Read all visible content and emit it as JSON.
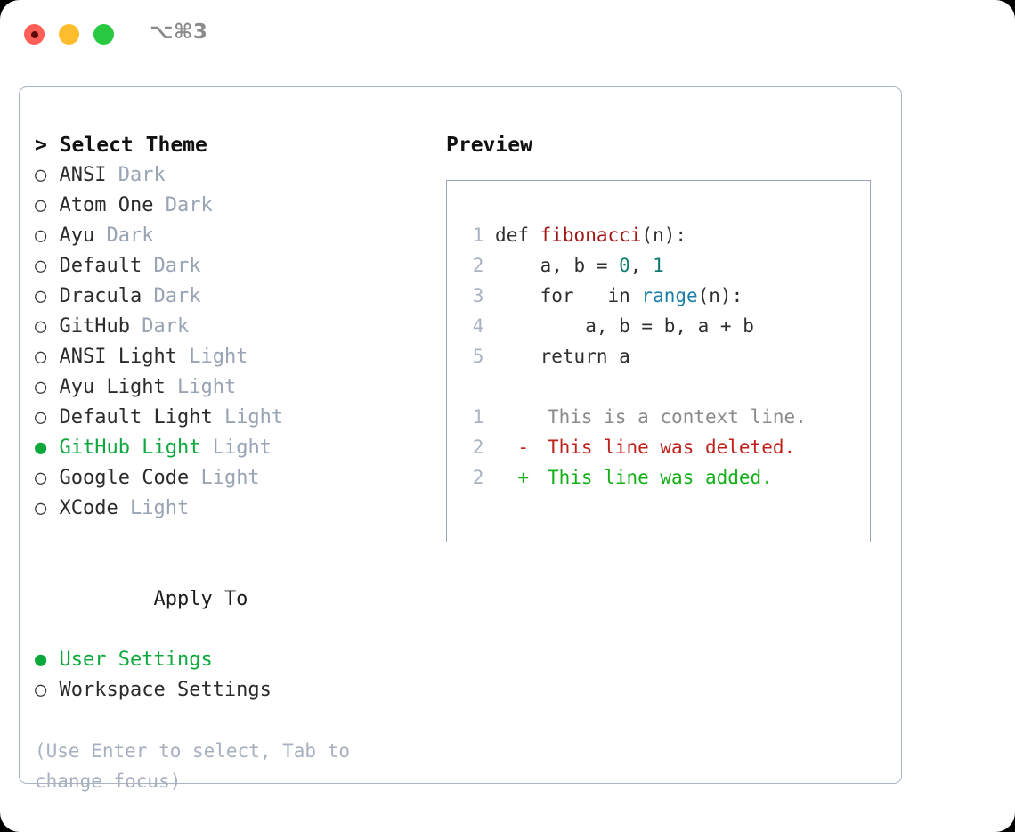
{
  "titlebar": {
    "shortcut": "⌥⌘3",
    "lights": [
      "close",
      "minimize",
      "zoom"
    ]
  },
  "theme_list": {
    "heading": "> Select Theme",
    "marker_unselected": "○",
    "marker_selected": "●",
    "items": [
      {
        "label": "ANSI",
        "tag": "Dark",
        "selected": false
      },
      {
        "label": "Atom One",
        "tag": "Dark",
        "selected": false
      },
      {
        "label": "Ayu",
        "tag": "Dark",
        "selected": false
      },
      {
        "label": "Default",
        "tag": "Dark",
        "selected": false
      },
      {
        "label": "Dracula",
        "tag": "Dark",
        "selected": false
      },
      {
        "label": "GitHub",
        "tag": "Dark",
        "selected": false
      },
      {
        "label": "ANSI Light",
        "tag": "Light",
        "selected": false
      },
      {
        "label": "Ayu Light",
        "tag": "Light",
        "selected": false
      },
      {
        "label": "Default Light",
        "tag": "Light",
        "selected": false
      },
      {
        "label": "GitHub Light",
        "tag": "Light",
        "selected": true
      },
      {
        "label": "Google Code",
        "tag": "Light",
        "selected": false
      },
      {
        "label": "XCode",
        "tag": "Light",
        "selected": false
      }
    ]
  },
  "apply_to": {
    "heading": "Apply To",
    "items": [
      {
        "label": "User Settings",
        "selected": true
      },
      {
        "label": "Workspace Settings",
        "selected": false
      }
    ]
  },
  "hint": "(Use Enter to select, Tab to change focus)",
  "preview": {
    "title": "Preview",
    "code": [
      {
        "num": "1",
        "tokens": [
          {
            "t": "def ",
            "k": "plain"
          },
          {
            "t": "fibonacci",
            "k": "fn"
          },
          {
            "t": "(n):",
            "k": "plain"
          }
        ]
      },
      {
        "num": "2",
        "tokens": [
          {
            "t": "    a, b = ",
            "k": "plain"
          },
          {
            "t": "0",
            "k": "num"
          },
          {
            "t": ", ",
            "k": "plain"
          },
          {
            "t": "1",
            "k": "num"
          }
        ]
      },
      {
        "num": "3",
        "tokens": [
          {
            "t": "    for _ in ",
            "k": "plain"
          },
          {
            "t": "range",
            "k": "builtin"
          },
          {
            "t": "(n):",
            "k": "plain"
          }
        ]
      },
      {
        "num": "4",
        "tokens": [
          {
            "t": "        a, b = b, a + b",
            "k": "plain"
          }
        ]
      },
      {
        "num": "5",
        "tokens": [
          {
            "t": "    return a",
            "k": "plain"
          }
        ]
      }
    ],
    "diff": [
      {
        "num": "1",
        "mark": " ",
        "text": "This is a context line.",
        "kind": "context"
      },
      {
        "num": "2",
        "mark": "-",
        "text": "This line was deleted.",
        "kind": "deleted"
      },
      {
        "num": "2",
        "mark": "+",
        "text": "This line was added.",
        "kind": "added"
      }
    ]
  },
  "colors": {
    "accent_green": "#0ca83c",
    "tag_gray": "#98a3b4",
    "hint_gray": "#a7b0c0",
    "border": "#aab4c2",
    "diff_deleted": "#c0211a",
    "diff_added": "#11b016",
    "token_function": "#a31515",
    "token_number": "#0f7b72",
    "token_builtin": "#1b7fa8"
  }
}
